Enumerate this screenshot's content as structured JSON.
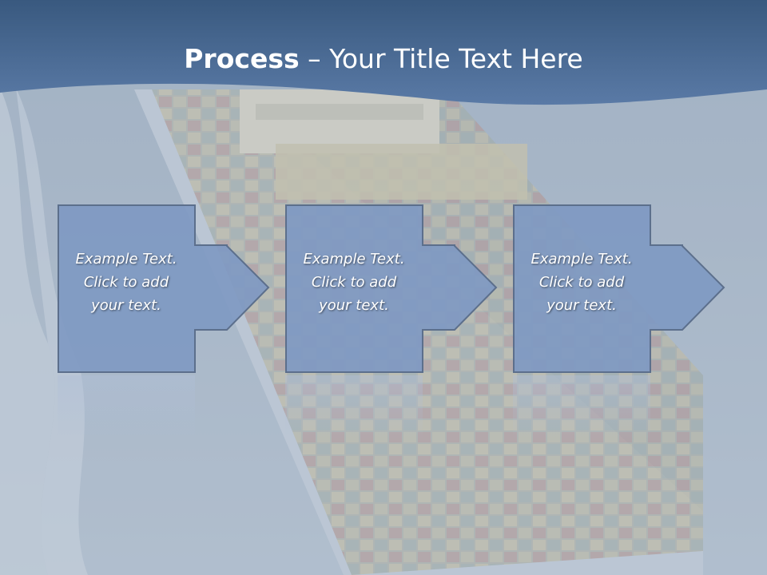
{
  "slide": {
    "title_strong": "Process",
    "title_separator": " – ",
    "title_rest": "Your Title Text Here"
  },
  "steps": [
    {
      "line1": "Example Text.",
      "line2": "Click  to add",
      "line3": "your text."
    },
    {
      "line1": "Example Text.",
      "line2": "Click  to add",
      "line3": "your text."
    },
    {
      "line1": "Example Text.",
      "line2": "Click  to add",
      "line3": "your text."
    }
  ],
  "colors": {
    "title_band": "#3f6492",
    "step_fill": "#7f99c2",
    "step_stroke": "#5c6f8c",
    "text": "#ffffff"
  }
}
